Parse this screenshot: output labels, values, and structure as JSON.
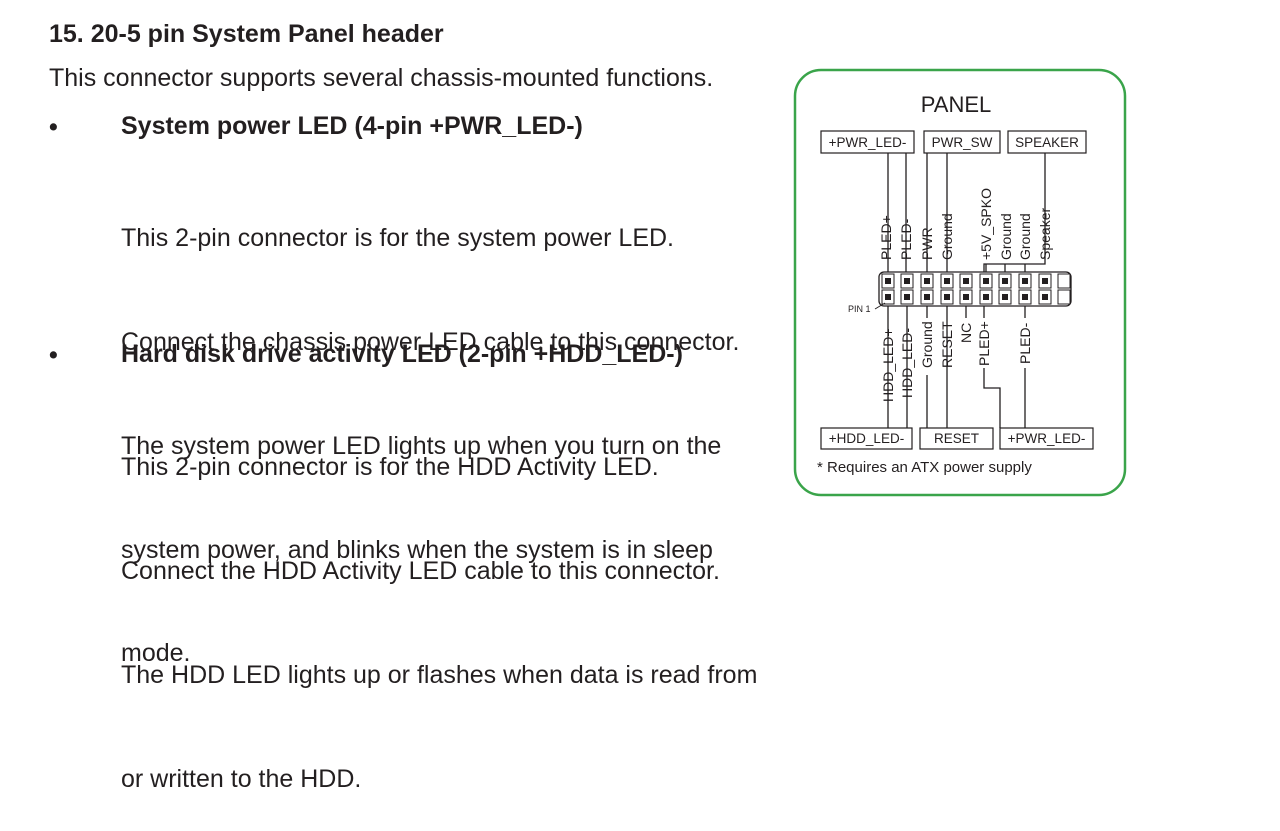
{
  "section": {
    "title": "15.  20-5 pin System Panel header",
    "intro": "This connector supports several chassis-mounted functions."
  },
  "bullets": [
    {
      "marker": "•",
      "heading": "System power LED (4-pin +PWR_LED-)",
      "lines": [
        "This 2-pin connector is for the system power LED.",
        "Connect the chassis power LED cable to this connector.",
        "The system power LED lights up when you turn on the",
        "system power, and blinks when the system is in sleep",
        "mode."
      ]
    },
    {
      "marker": "•",
      "heading": "Hard disk drive activity LED (2-pin +HDD_LED-)",
      "lines": [
        "This 2-pin connector is for the HDD Activity LED.",
        "Connect the HDD Activity LED cable to this connector.",
        "The HDD LED lights up or flashes when data is read from",
        "or written to the HDD."
      ]
    }
  ],
  "diagram": {
    "title": "PANEL",
    "pin1_label": "PIN 1",
    "top_groups": [
      "+PWR_LED-",
      "PWR_SW",
      "SPEAKER"
    ],
    "top_pins": [
      "PLED+",
      "PLED-",
      "PWR",
      "Ground",
      "+5V_SPKO",
      "Ground",
      "Ground",
      "Speaker"
    ],
    "bottom_pins": [
      "HDD_LED+",
      "HDD_LED-",
      "Ground",
      "RESET",
      "NC",
      "PLED+",
      "PLED-"
    ],
    "bottom_groups": [
      "+HDD_LED-",
      "RESET",
      "+PWR_LED-"
    ],
    "footnote": "* Requires an ATX power supply",
    "colors": {
      "border": "#3aa44a",
      "ink": "#231f20"
    }
  }
}
